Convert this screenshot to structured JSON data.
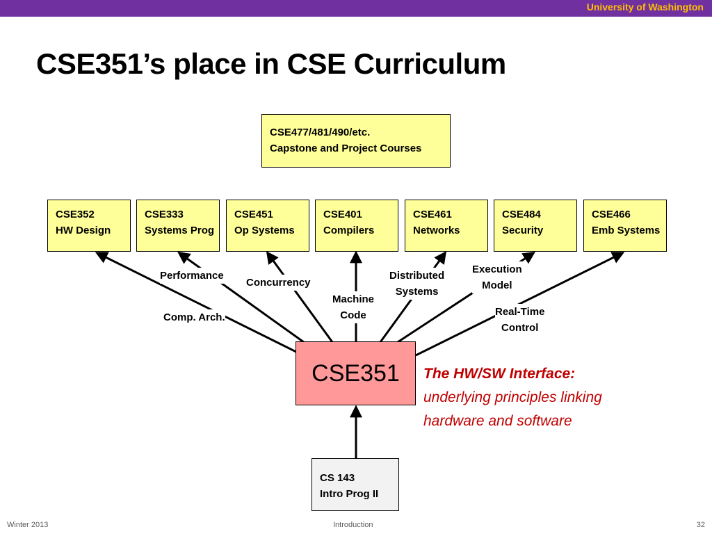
{
  "header": {
    "institution": "University of Washington"
  },
  "title": "CSE351’s place in CSE Curriculum",
  "capstone": {
    "line1": "CSE477/481/490/etc.",
    "line2": "Capstone and Project Courses"
  },
  "courses": [
    {
      "code": "CSE352",
      "name": "HW Design"
    },
    {
      "code": "CSE333",
      "name": "Systems Prog"
    },
    {
      "code": "CSE451",
      "name": "Op Systems"
    },
    {
      "code": "CSE401",
      "name": "Compilers"
    },
    {
      "code": "CSE461",
      "name": "Networks"
    },
    {
      "code": "CSE484",
      "name": "Security"
    },
    {
      "code": "CSE466",
      "name": "Emb Systems"
    }
  ],
  "edge_labels": {
    "performance": "Performance",
    "comp_arch": "Comp. Arch.",
    "concurrency": "Concurrency",
    "machine_code": [
      "Machine",
      "Code"
    ],
    "distributed": [
      "Distributed",
      "Systems"
    ],
    "execution_model": [
      "Execution",
      "Model"
    ],
    "real_time": [
      "Real-Time",
      "Control"
    ]
  },
  "center": {
    "code": "CSE351"
  },
  "description": {
    "emphasis": "The HW/SW Interface:",
    "line1": "underlying principles linking",
    "line2": "hardware and software"
  },
  "intro": {
    "code": "CS 143",
    "name": "Intro Prog II"
  },
  "footer": {
    "left": "Winter 2013",
    "center": "Introduction",
    "right": "32"
  },
  "colors": {
    "header_bar": "#7030a0",
    "header_text": "#ffc000",
    "course_box": "#ffff99",
    "center_box": "#ff9999",
    "intro_box": "#f2f2f2",
    "description_text": "#c00000"
  }
}
